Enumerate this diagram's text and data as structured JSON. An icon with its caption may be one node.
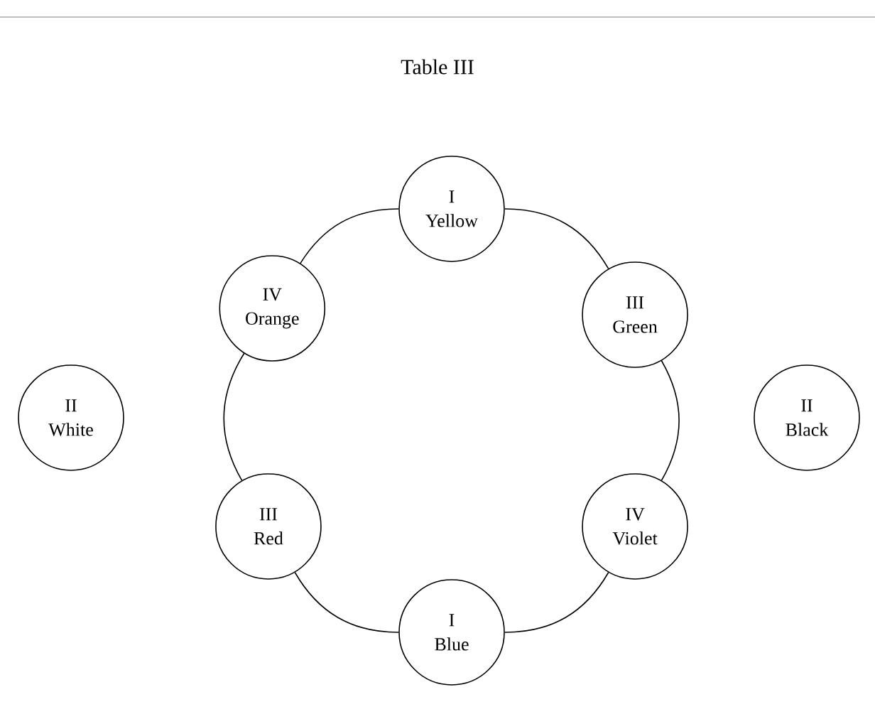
{
  "diagram": {
    "title": "Table III",
    "nodes": [
      {
        "text": [
          "I",
          "Yellow"
        ]
      },
      {
        "text": [
          "IV",
          "Orange"
        ]
      },
      {
        "text": [
          "III",
          "Green"
        ]
      },
      {
        "text": [
          "II",
          "White"
        ]
      },
      {
        "text": [
          "II",
          "Black"
        ]
      },
      {
        "text": [
          "III",
          "Red"
        ]
      },
      {
        "text": [
          "IV",
          "Violet"
        ]
      },
      {
        "text": [
          "I",
          "Blue"
        ]
      }
    ],
    "edges": [
      {
        "from": 0,
        "to": 2,
        "arrow": "none"
      },
      {
        "from": 2,
        "to": 6,
        "arrow": "none"
      },
      {
        "from": 6,
        "to": 7,
        "arrow": "none"
      },
      {
        "from": 7,
        "to": 5,
        "arrow": "none"
      },
      {
        "from": 5,
        "to": 1,
        "arrow": "none"
      },
      {
        "from": 1,
        "to": 0,
        "arrow": "none"
      }
    ]
  }
}
